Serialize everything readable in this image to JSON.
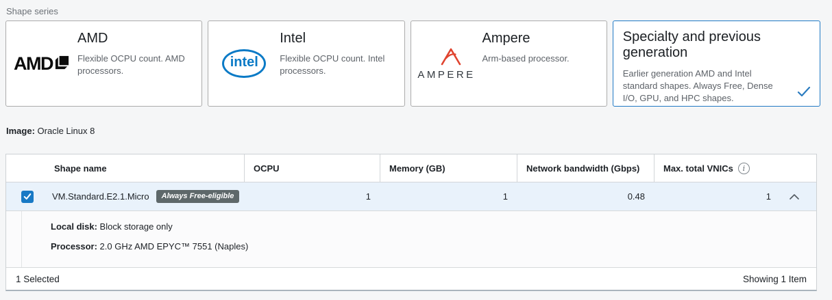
{
  "shape_series": {
    "label": "Shape series",
    "cards": [
      {
        "id": "amd",
        "title": "AMD",
        "description": "Flexible OCPU count. AMD processors.",
        "logo": "amd-logo",
        "selected": false
      },
      {
        "id": "intel",
        "title": "Intel",
        "description": "Flexible OCPU count. Intel processors.",
        "logo": "intel-logo",
        "logo_text": "intel",
        "selected": false
      },
      {
        "id": "ampere",
        "title": "Ampere",
        "description": "Arm-based processor.",
        "logo": "ampere-logo",
        "logo_text": "AMPERE",
        "selected": false
      },
      {
        "id": "specialty",
        "title": "Specialty and previous generation",
        "description": "Earlier generation AMD and Intel standard shapes. Always Free, Dense I/O, GPU, and HPC shapes.",
        "selected": true,
        "checkmark_icon": "check-icon"
      }
    ],
    "amd_logo_text": "AMD"
  },
  "image_info": {
    "label": "Image:",
    "value": "Oracle Linux 8"
  },
  "shape_table": {
    "columns": [
      "Shape name",
      "OCPU",
      "Memory (GB)",
      "Network bandwidth (Gbps)",
      "Max. total VNICs"
    ],
    "vnic_info_icon": "i",
    "rows": [
      {
        "selected": true,
        "expanded": true,
        "shape_name": "VM.Standard.E2.1.Micro",
        "badge": "Always Free-eligible",
        "ocpu": "1",
        "memory_gb": "1",
        "network_bandwidth_gbps": "0.48",
        "max_total_vnics": "1",
        "details": [
          {
            "label": "Local disk:",
            "value": "Block storage only"
          },
          {
            "label": "Processor:",
            "value": "2.0 GHz AMD EPYC™ 7551 (Naples)"
          }
        ]
      }
    ],
    "footer": {
      "selected_count": "1 Selected",
      "showing": "Showing 1 Item"
    }
  },
  "colors": {
    "accent_blue": "#2079c4",
    "checkbox_blue": "#1879c5",
    "selected_row_bg": "#e9f2fb",
    "badge_bg": "#5e686a",
    "intel_blue": "#0a7ac6",
    "ampere_red": "#e0442f",
    "page_bg": "#f5f6f7"
  }
}
